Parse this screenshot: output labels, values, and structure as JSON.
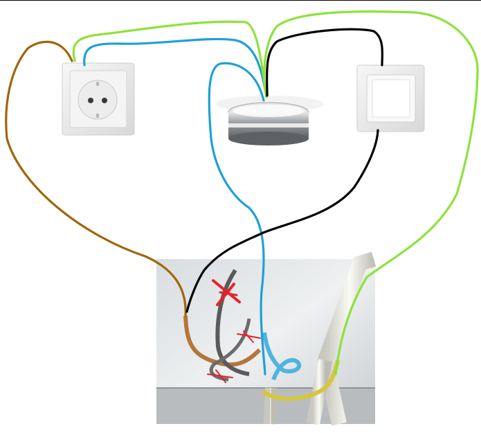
{
  "diagram": {
    "components": [
      {
        "name": "socket",
        "icon": "schuko-socket-icon"
      },
      {
        "name": "ceiling-lamp",
        "icon": "ceiling-lamp-icon"
      },
      {
        "name": "light-switch",
        "icon": "rocker-switch-icon"
      },
      {
        "name": "junction-photo",
        "icon": "wall-wires-photo"
      }
    ],
    "wires": [
      {
        "name": "brown-wire",
        "color": "#a0650a"
      },
      {
        "name": "blue-wire-socket-lamp",
        "color": "#1ea0d8"
      },
      {
        "name": "blue-wire-junction-lamp",
        "color": "#1ea0d8"
      },
      {
        "name": "green-wire-socket-lamp",
        "color": "#8ee23a"
      },
      {
        "name": "green-wire-lamp-junction",
        "color": "#8ee23a"
      },
      {
        "name": "black-wire-lamp-switch",
        "color": "#000000"
      },
      {
        "name": "black-wire-switch-junction",
        "color": "#000000"
      }
    ],
    "cut_marks_color": "#e8202a"
  }
}
